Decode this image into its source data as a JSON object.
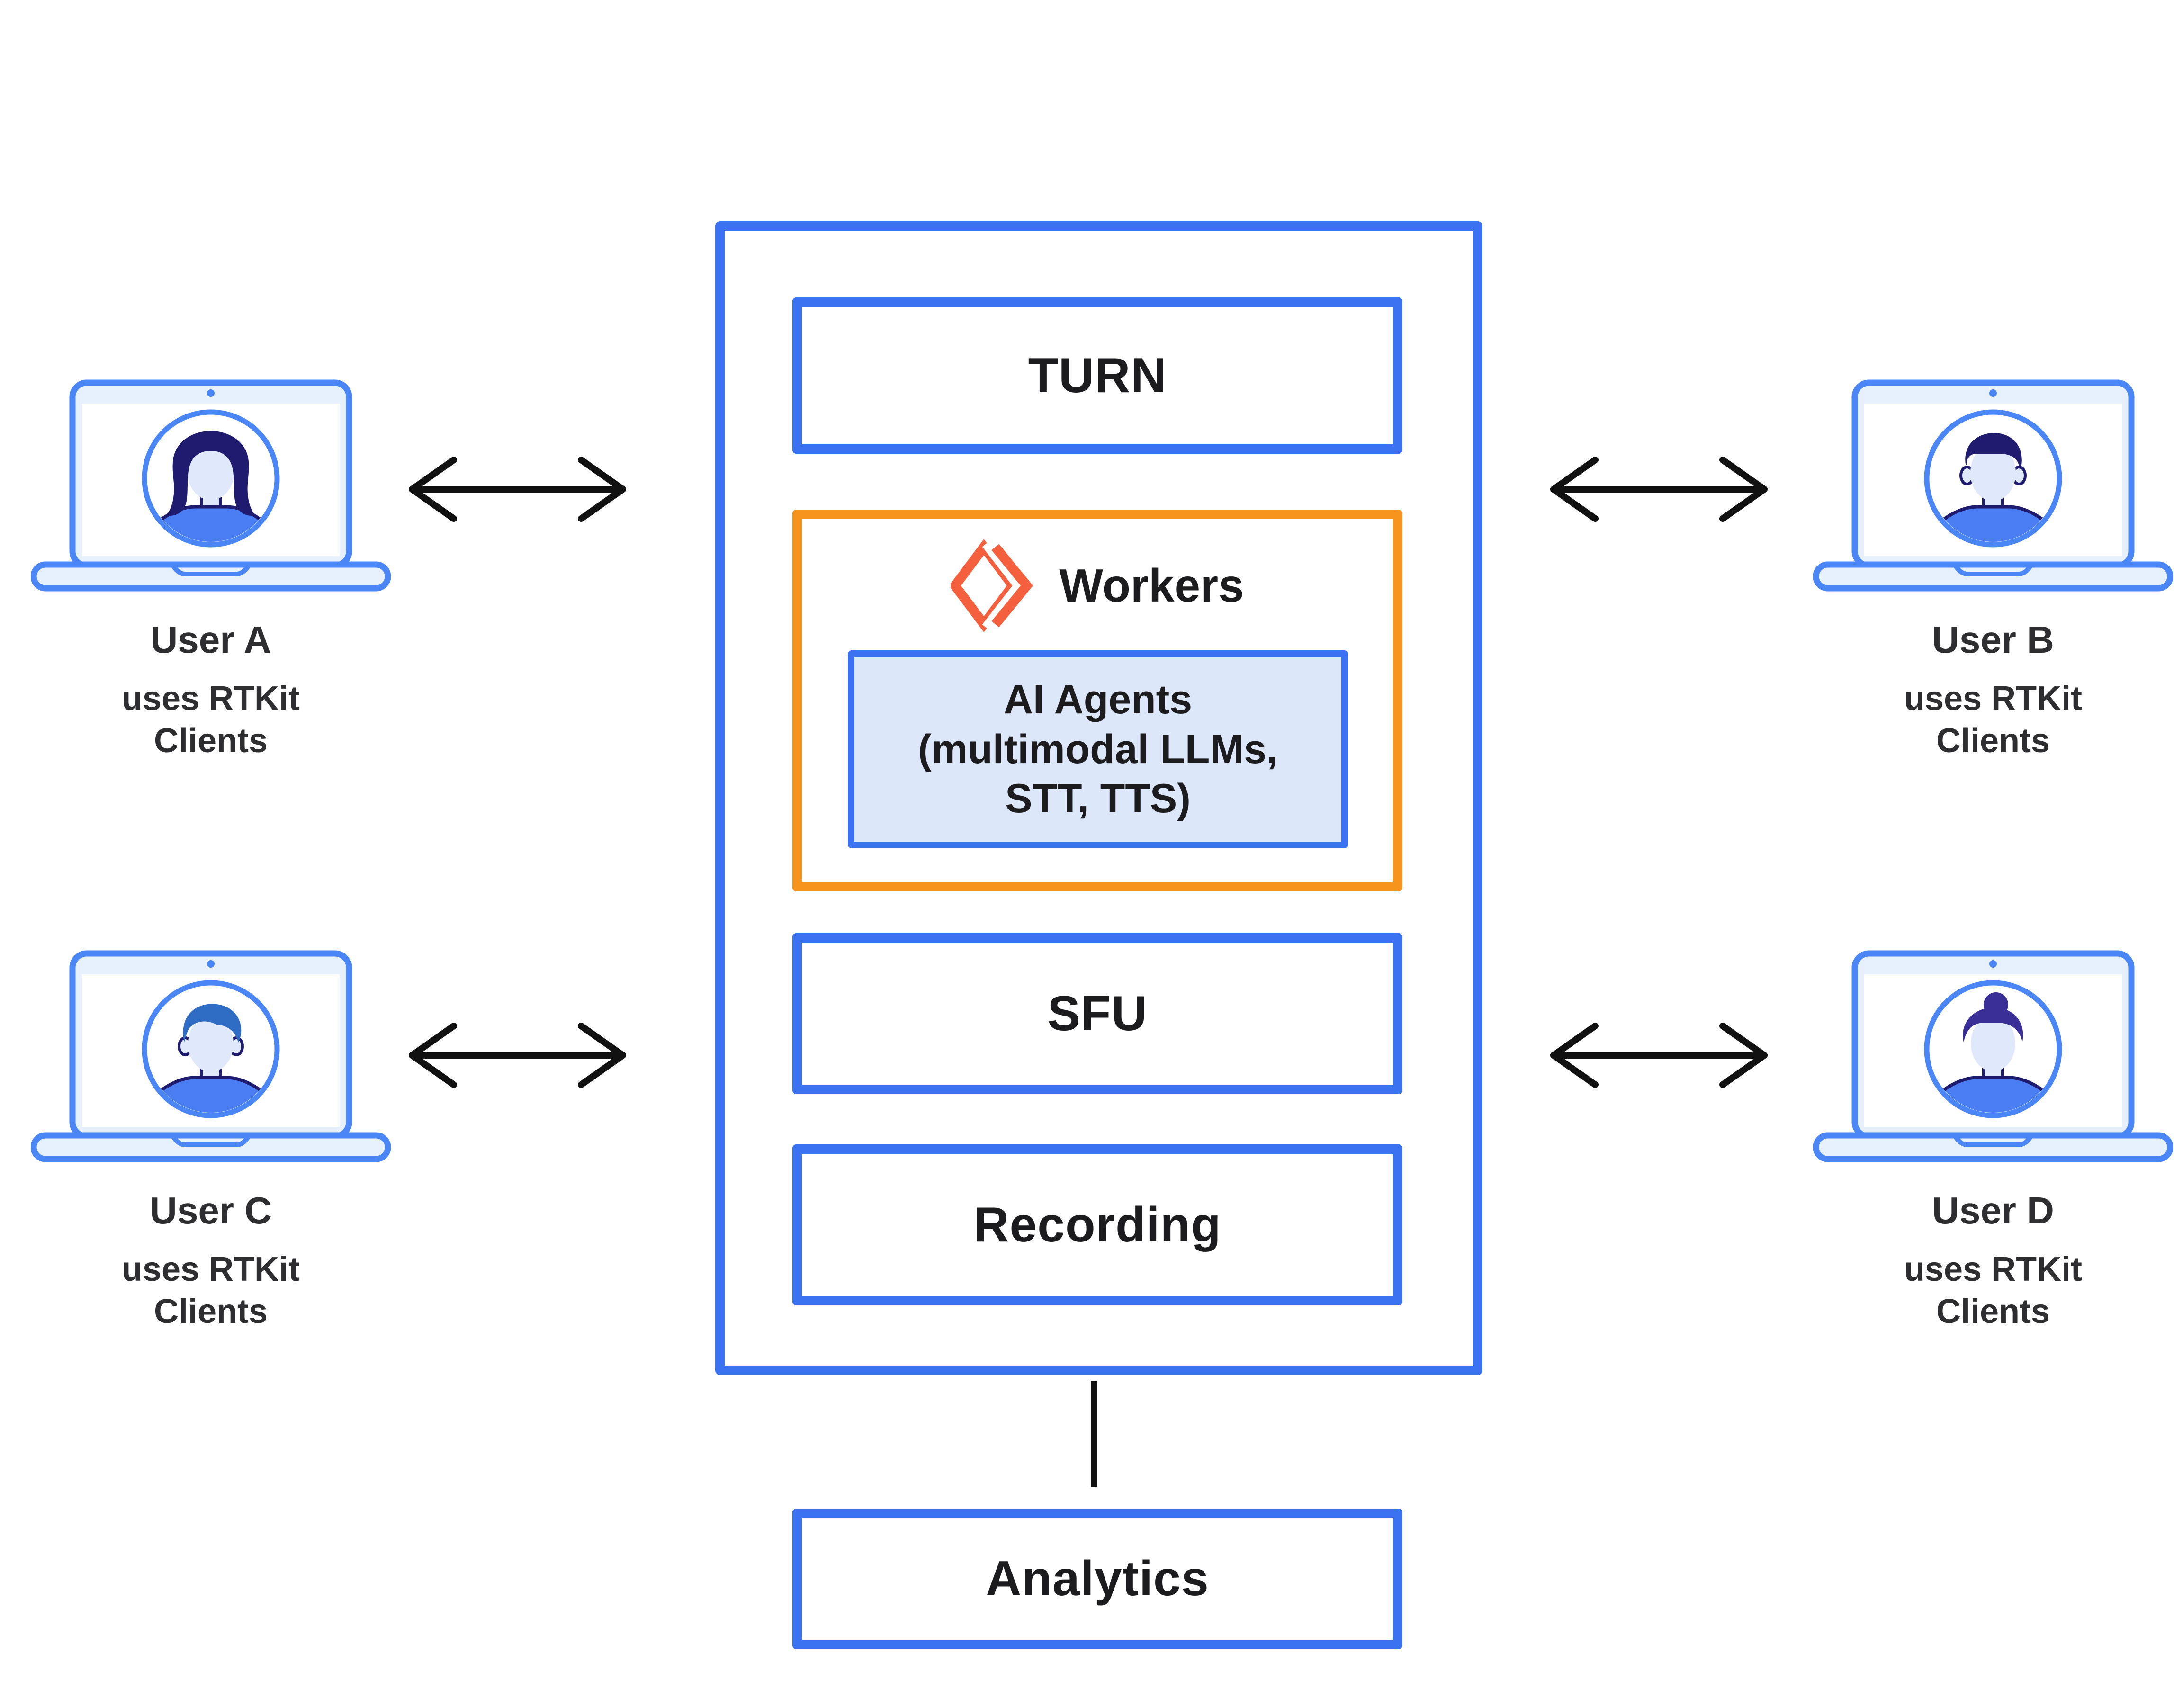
{
  "users": [
    {
      "name": "User A",
      "sub_lines": [
        "uses RTKit",
        "Clients"
      ],
      "avatar": "woman-long-hair"
    },
    {
      "name": "User B",
      "sub_lines": [
        "uses RTKit",
        "Clients"
      ],
      "avatar": "man-short-hair"
    },
    {
      "name": "User C",
      "sub_lines": [
        "uses RTKit",
        "Clients"
      ],
      "avatar": "man-swept-hair"
    },
    {
      "name": "User D",
      "sub_lines": [
        "uses RTKit",
        "Clients"
      ],
      "avatar": "woman-bun-hair"
    }
  ],
  "platform": {
    "turn_label": "TURN",
    "workers": {
      "label": "Workers",
      "icon": "workers-diamond-chevron-icon",
      "ai_agents_lines": [
        "AI Agents",
        "(multimodal LLMs,",
        "STT, TTS)"
      ]
    },
    "sfu_label": "SFU",
    "recording_label": "Recording"
  },
  "analytics_label": "Analytics",
  "colors": {
    "primary_blue_border": "#3B72F1",
    "orange_border": "#F7941E",
    "workers_icon_orange": "#F4603D",
    "ai_box_fill": "#DCE7FA",
    "laptop_stroke_blue": "#4A86F6",
    "laptop_fill": "#E7F0FD",
    "face_fill": "#DFE9FB",
    "shirt_blue": "#4A7DF2",
    "hair_navy": "#1F1B6E",
    "hair_medium_blue": "#2F6CC4",
    "hair_indigo": "#3A2F96",
    "arrow_black": "#111111",
    "label_dark": "#1C1C1E",
    "user_label_dark": "#2E2E30"
  }
}
